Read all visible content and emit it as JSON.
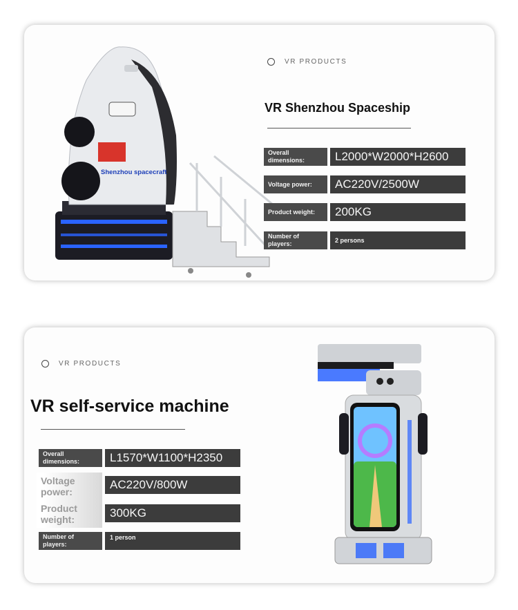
{
  "products": [
    {
      "section_tag": "VR PRODUCTS",
      "title": "VR Shenzhou Spaceship",
      "image_label": "Shenzhou spacecraft",
      "specs": [
        {
          "label": "Overall dimensions:",
          "value": "L2000*W2000*H2600"
        },
        {
          "label": "Voltage power:",
          "value": "AC220V/2500W"
        },
        {
          "label": "Product weight:",
          "value": "200KG"
        },
        {
          "label": "Number of players:",
          "value": "2 persons"
        }
      ]
    },
    {
      "section_tag": "VR PRODUCTS",
      "title": "VR self-service machine",
      "specs": [
        {
          "label": "Overall dimensions:",
          "value": "L1570*W1100*H2350"
        },
        {
          "label": "Voltage power:",
          "value": "AC220V/800W"
        },
        {
          "label": "Product weight:",
          "value": "300KG"
        },
        {
          "label": "Number of players:",
          "value": "1 person"
        }
      ]
    }
  ],
  "colors": {
    "label_bg": "#4a4a4a",
    "value_bg": "#3c3c3c",
    "accent_blue": "#2a63ff"
  }
}
